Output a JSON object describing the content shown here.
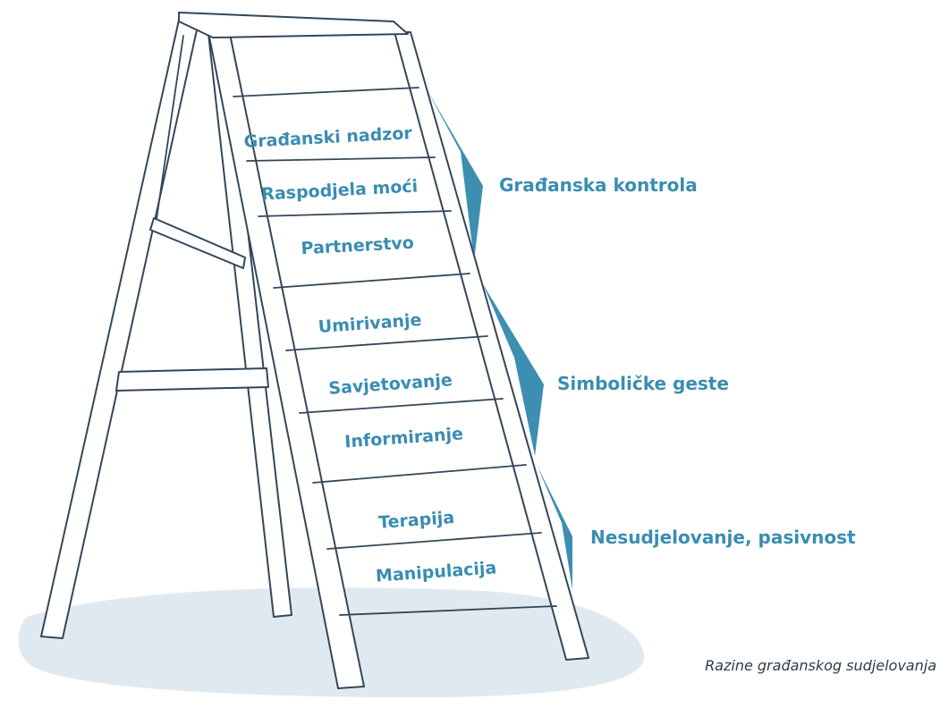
{
  "diagram": {
    "rungs": [
      {
        "label": "Građanski nadzor"
      },
      {
        "label": "Raspodjela moći"
      },
      {
        "label": "Partnerstvo"
      },
      {
        "label": "Umirivanje"
      },
      {
        "label": "Savjetovanje"
      },
      {
        "label": "Informiranje"
      },
      {
        "label": "Terapija"
      },
      {
        "label": "Manipulacija"
      }
    ],
    "groups": [
      {
        "label": "Građanska kontrola"
      },
      {
        "label": "Simboličke geste"
      },
      {
        "label": "Nesudjelovanje, pasivnost"
      }
    ],
    "caption": "Razine građanskog sudjelovanja"
  },
  "colors": {
    "accent": "#3d8fb1",
    "outline": "#33475a",
    "shadow": "#e1e9f0"
  }
}
